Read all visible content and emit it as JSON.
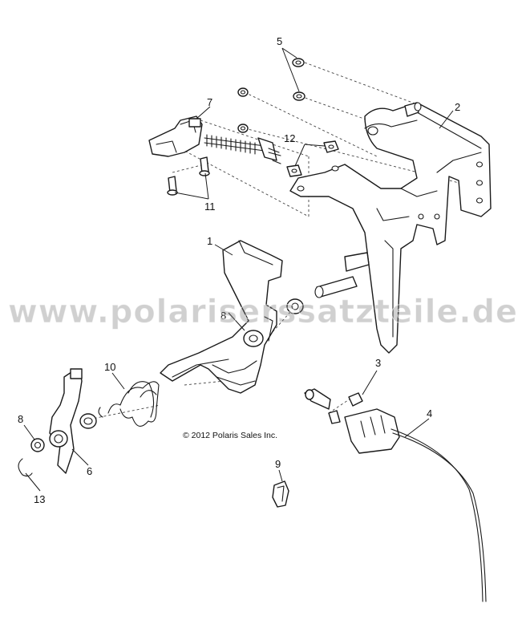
{
  "diagram": {
    "callouts": {
      "c1": "1",
      "c2": "2",
      "c3": "3",
      "c4": "4",
      "c5": "5",
      "c6": "6",
      "c7": "7",
      "c8a": "8",
      "c8b": "8",
      "c9": "9",
      "c10": "10",
      "c11": "11",
      "c12": "12",
      "c13": "13"
    },
    "copyright": "© 2012 Polaris Sales Inc.",
    "watermark": "www.polariserssatzteile.de"
  }
}
